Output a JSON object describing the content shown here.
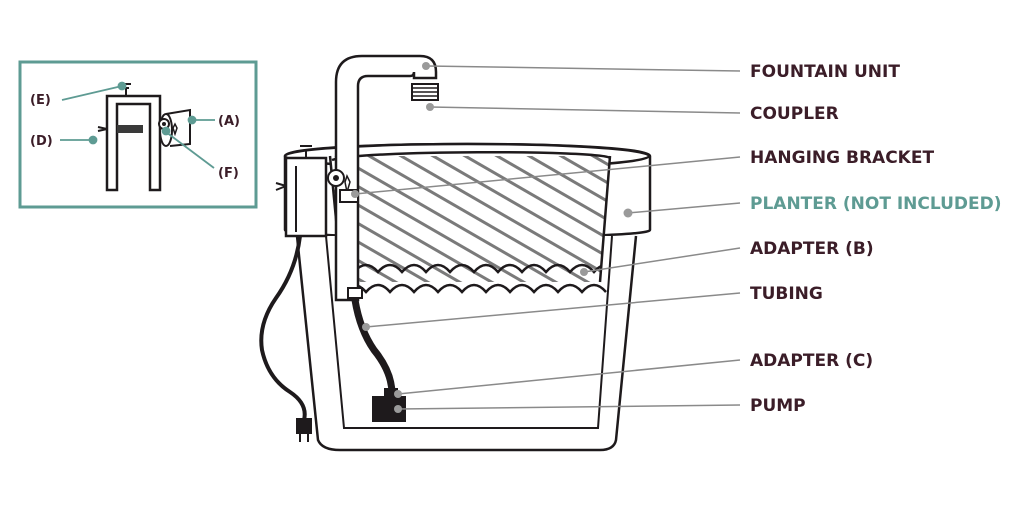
{
  "colors": {
    "ink": "#1e1a1c",
    "label": "#3b1d28",
    "teal": "#5e9b93",
    "leader": "#8a8a8a",
    "dot": "#9a9a9a"
  },
  "labels": {
    "fountain_unit": "FOUNTAIN UNIT",
    "coupler": "COUPLER",
    "hanging_bracket": "HANGING BRACKET",
    "planter": "PLANTER (NOT INCLUDED)",
    "adapter_b": "ADAPTER (B)",
    "tubing": "TUBING",
    "adapter_c": "ADAPTER (C)",
    "pump": "PUMP"
  },
  "inset": {
    "e": "(E)",
    "d": "(D)",
    "a": "(A)",
    "f": "(F)"
  }
}
